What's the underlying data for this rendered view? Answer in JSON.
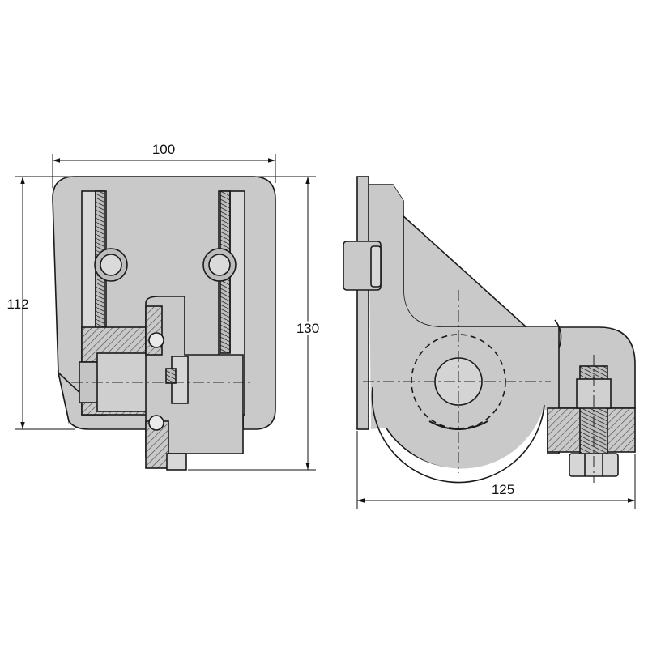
{
  "dimensions": {
    "front_width": "100",
    "front_height_body": "112",
    "front_height_total": "130",
    "side_length": "125"
  },
  "colors": {
    "part_fill": "#c9c9c9",
    "part_fill_dark": "#b5b5b5",
    "outline": "#1a1a1a",
    "hatch": "#555555",
    "background": "#ffffff"
  }
}
